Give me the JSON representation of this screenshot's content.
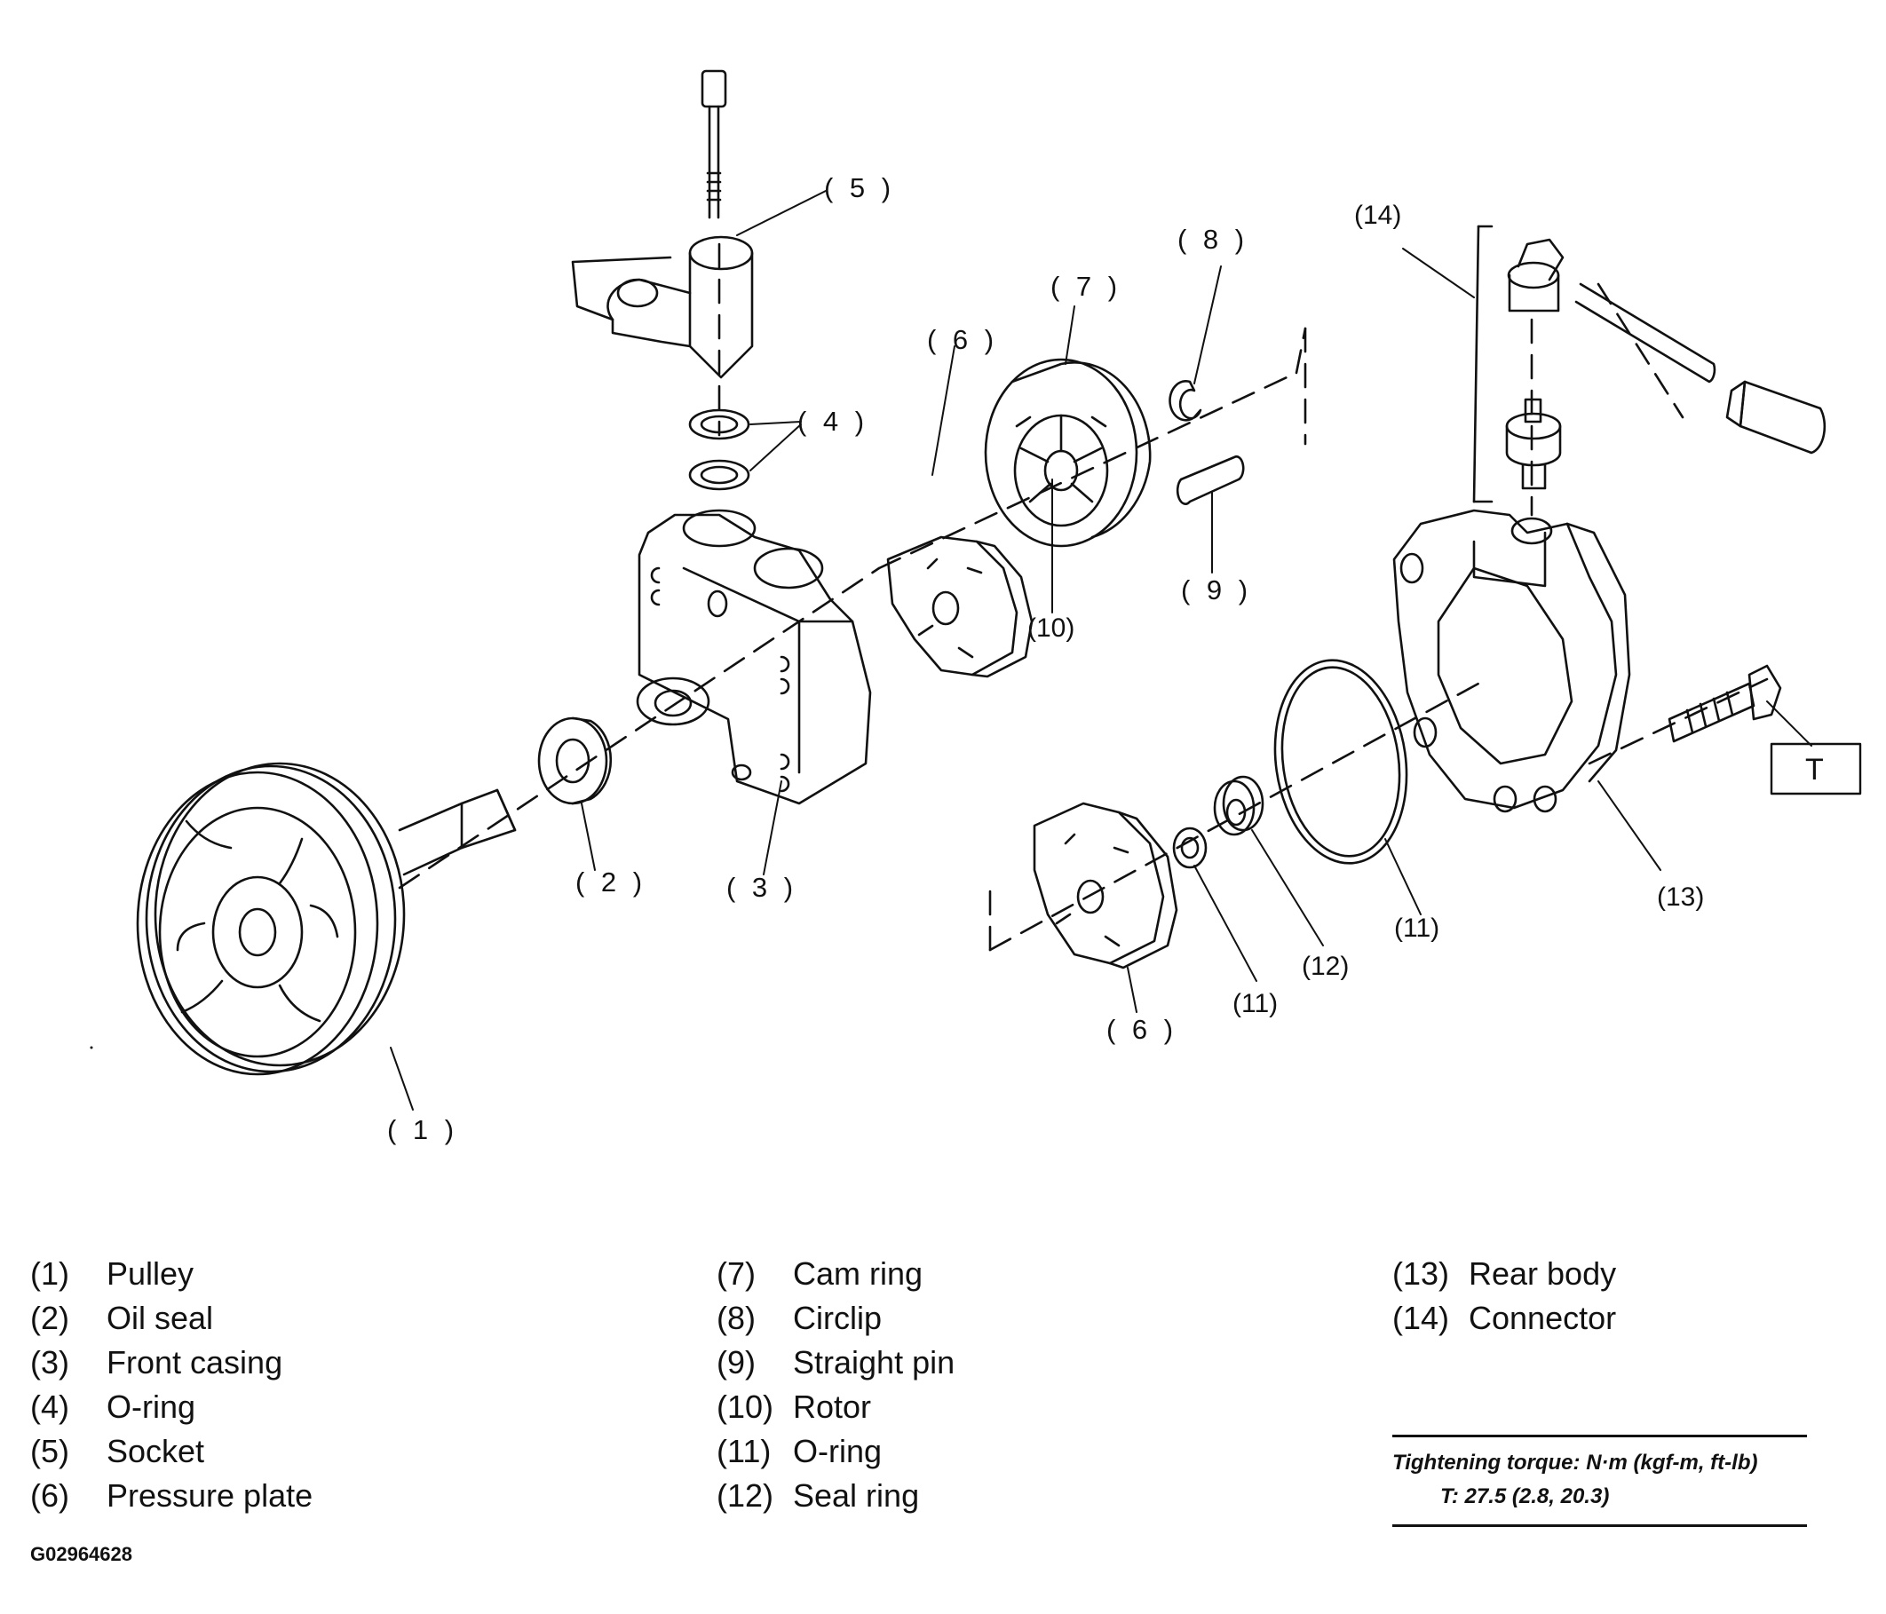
{
  "callouts": {
    "c1": "( 1 )",
    "c2": "( 2 )",
    "c3": "( 3 )",
    "c4": "( 4 )",
    "c5": "( 5 )",
    "c6a": "( 6 )",
    "c6b": "( 6 )",
    "c7": "( 7 )",
    "c8": "( 8 )",
    "c9": "( 9 )",
    "c10": "(10)",
    "c11a": "(11)",
    "c11b": "(11)",
    "c12": "(12)",
    "c13": "(13)",
    "c14": "(14)",
    "t_box": "T"
  },
  "legend": {
    "col1": [
      {
        "num": "(1)",
        "name": "Pulley"
      },
      {
        "num": "(2)",
        "name": "Oil seal"
      },
      {
        "num": "(3)",
        "name": "Front casing"
      },
      {
        "num": "(4)",
        "name": "O-ring"
      },
      {
        "num": "(5)",
        "name": "Socket"
      },
      {
        "num": "(6)",
        "name": "Pressure plate"
      }
    ],
    "col2": [
      {
        "num": "(7)",
        "name": "Cam ring"
      },
      {
        "num": "(8)",
        "name": "Circlip"
      },
      {
        "num": "(9)",
        "name": "Straight pin"
      },
      {
        "num": "(10)",
        "name": "Rotor"
      },
      {
        "num": "(11)",
        "name": "O-ring"
      },
      {
        "num": "(12)",
        "name": "Seal ring"
      }
    ],
    "col3": [
      {
        "num": "(13)",
        "name": "Rear body"
      },
      {
        "num": "(14)",
        "name": "Connector"
      }
    ]
  },
  "torque": {
    "heading": "Tightening torque: N·m (kgf-m, ft-lb)",
    "value": "T: 27.5 (2.8, 20.3)"
  },
  "figure_id": "G02964628"
}
